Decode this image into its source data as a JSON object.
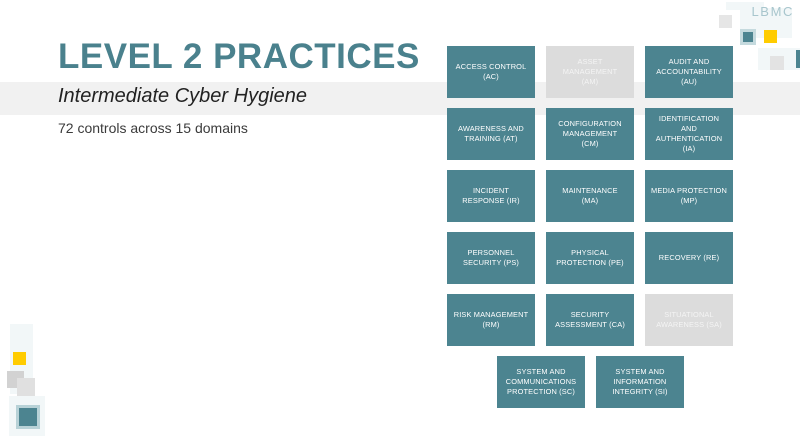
{
  "slide": {
    "title": "LEVEL 2 PRACTICES",
    "subtitle": "Intermediate Cyber Hygiene",
    "note": "72  controls across 15 domains"
  },
  "brand": {
    "wordmark": "LBMC",
    "teal": "#4c8490",
    "title_teal": "#4a818d",
    "muted_gray": "#dcdcdc",
    "band_gray": "#f1f1f1",
    "accent_yellow": "#ffcc00",
    "pale_teal": "#a8c6cd"
  },
  "grid": {
    "rows": 5,
    "columns": 3,
    "tiles": [
      {
        "label": "ACCESS CONTROL (AC)",
        "line1": "ACCESS CONTROL",
        "line2": "(AC)",
        "line3": "",
        "line4": "",
        "state": "active",
        "row": 0,
        "col": 0
      },
      {
        "label": "ASSET MANAGEMENT (AM)",
        "line1": "ASSET",
        "line2": "MANAGEMENT",
        "line3": "(AM)",
        "line4": "",
        "state": "muted",
        "row": 0,
        "col": 1
      },
      {
        "label": "AUDIT AND ACCOUNTABILITY (AU)",
        "line1": "AUDIT AND",
        "line2": "ACCOUNTABILITY",
        "line3": "(AU)",
        "line4": "",
        "state": "active",
        "row": 0,
        "col": 2
      },
      {
        "label": "AWARENESS AND TRAINING (AT)",
        "line1": "AWARENESS AND",
        "line2": "TRAINING (AT)",
        "line3": "",
        "line4": "",
        "state": "active",
        "row": 1,
        "col": 0
      },
      {
        "label": "CONFIGURATION MANAGEMENT (CM)",
        "line1": "CONFIGURATION",
        "line2": "MANAGEMENT",
        "line3": "(CM)",
        "line4": "",
        "state": "active",
        "row": 1,
        "col": 1
      },
      {
        "label": "IDENTIFICATION AND AUTHENTICATION (IA)",
        "line1": "IDENTIFICATION",
        "line2": "AND",
        "line3": "AUTHENTICATION",
        "line4": "(IA)",
        "state": "active",
        "row": 1,
        "col": 2
      },
      {
        "label": "INCIDENT RESPONSE (IR)",
        "line1": "INCIDENT",
        "line2": "RESPONSE (IR)",
        "line3": "",
        "line4": "",
        "state": "active",
        "row": 2,
        "col": 0
      },
      {
        "label": "MAINTENANCE (MA)",
        "line1": "MAINTENANCE",
        "line2": "(MA)",
        "line3": "",
        "line4": "",
        "state": "active",
        "row": 2,
        "col": 1
      },
      {
        "label": "MEDIA PROTECTION (MP)",
        "line1": "MEDIA PROTECTION",
        "line2": "(MP)",
        "line3": "",
        "line4": "",
        "state": "active",
        "row": 2,
        "col": 2
      },
      {
        "label": "PERSONNEL SECURITY (PS)",
        "line1": "PERSONNEL",
        "line2": "SECURITY (PS)",
        "line3": "",
        "line4": "",
        "state": "active",
        "row": 3,
        "col": 0
      },
      {
        "label": "PHYSICAL PROTECTION (PE)",
        "line1": "PHYSICAL",
        "line2": "PROTECTION (PE)",
        "line3": "",
        "line4": "",
        "state": "active",
        "row": 3,
        "col": 1
      },
      {
        "label": "RECOVERY (RE)",
        "line1": "RECOVERY (RE)",
        "line2": "",
        "line3": "",
        "line4": "",
        "state": "active",
        "row": 3,
        "col": 2
      },
      {
        "label": "RISK MANAGEMENT (RM)",
        "line1": "RISK MANAGEMENT",
        "line2": "(RM)",
        "line3": "",
        "line4": "",
        "state": "active",
        "row": 4,
        "col": 0
      },
      {
        "label": "SECURITY ASSESSMENT (CA)",
        "line1": "SECURITY",
        "line2": "ASSESSMENT (CA)",
        "line3": "",
        "line4": "",
        "state": "active",
        "row": 4,
        "col": 1
      },
      {
        "label": "SITUATIONAL AWARENESS (SA)",
        "line1": "SITUATIONAL",
        "line2": "AWARENESS (SA)",
        "line3": "",
        "line4": "",
        "state": "muted",
        "row": 4,
        "col": 2
      }
    ],
    "bottom_tiles": [
      {
        "label": "SYSTEM AND COMMUNICATIONS PROTECTION (SC)",
        "line1": "SYSTEM AND",
        "line2": "COMMUNICATIONS",
        "line3": "PROTECTION (SC)",
        "line4": "",
        "state": "active"
      },
      {
        "label": "SYSTEM AND INFORMATION INTEGRITY (SI)",
        "line1": "SYSTEM AND",
        "line2": "INFORMATION",
        "line3": "INTEGRITY (SI)",
        "line4": "",
        "state": "active"
      }
    ]
  }
}
